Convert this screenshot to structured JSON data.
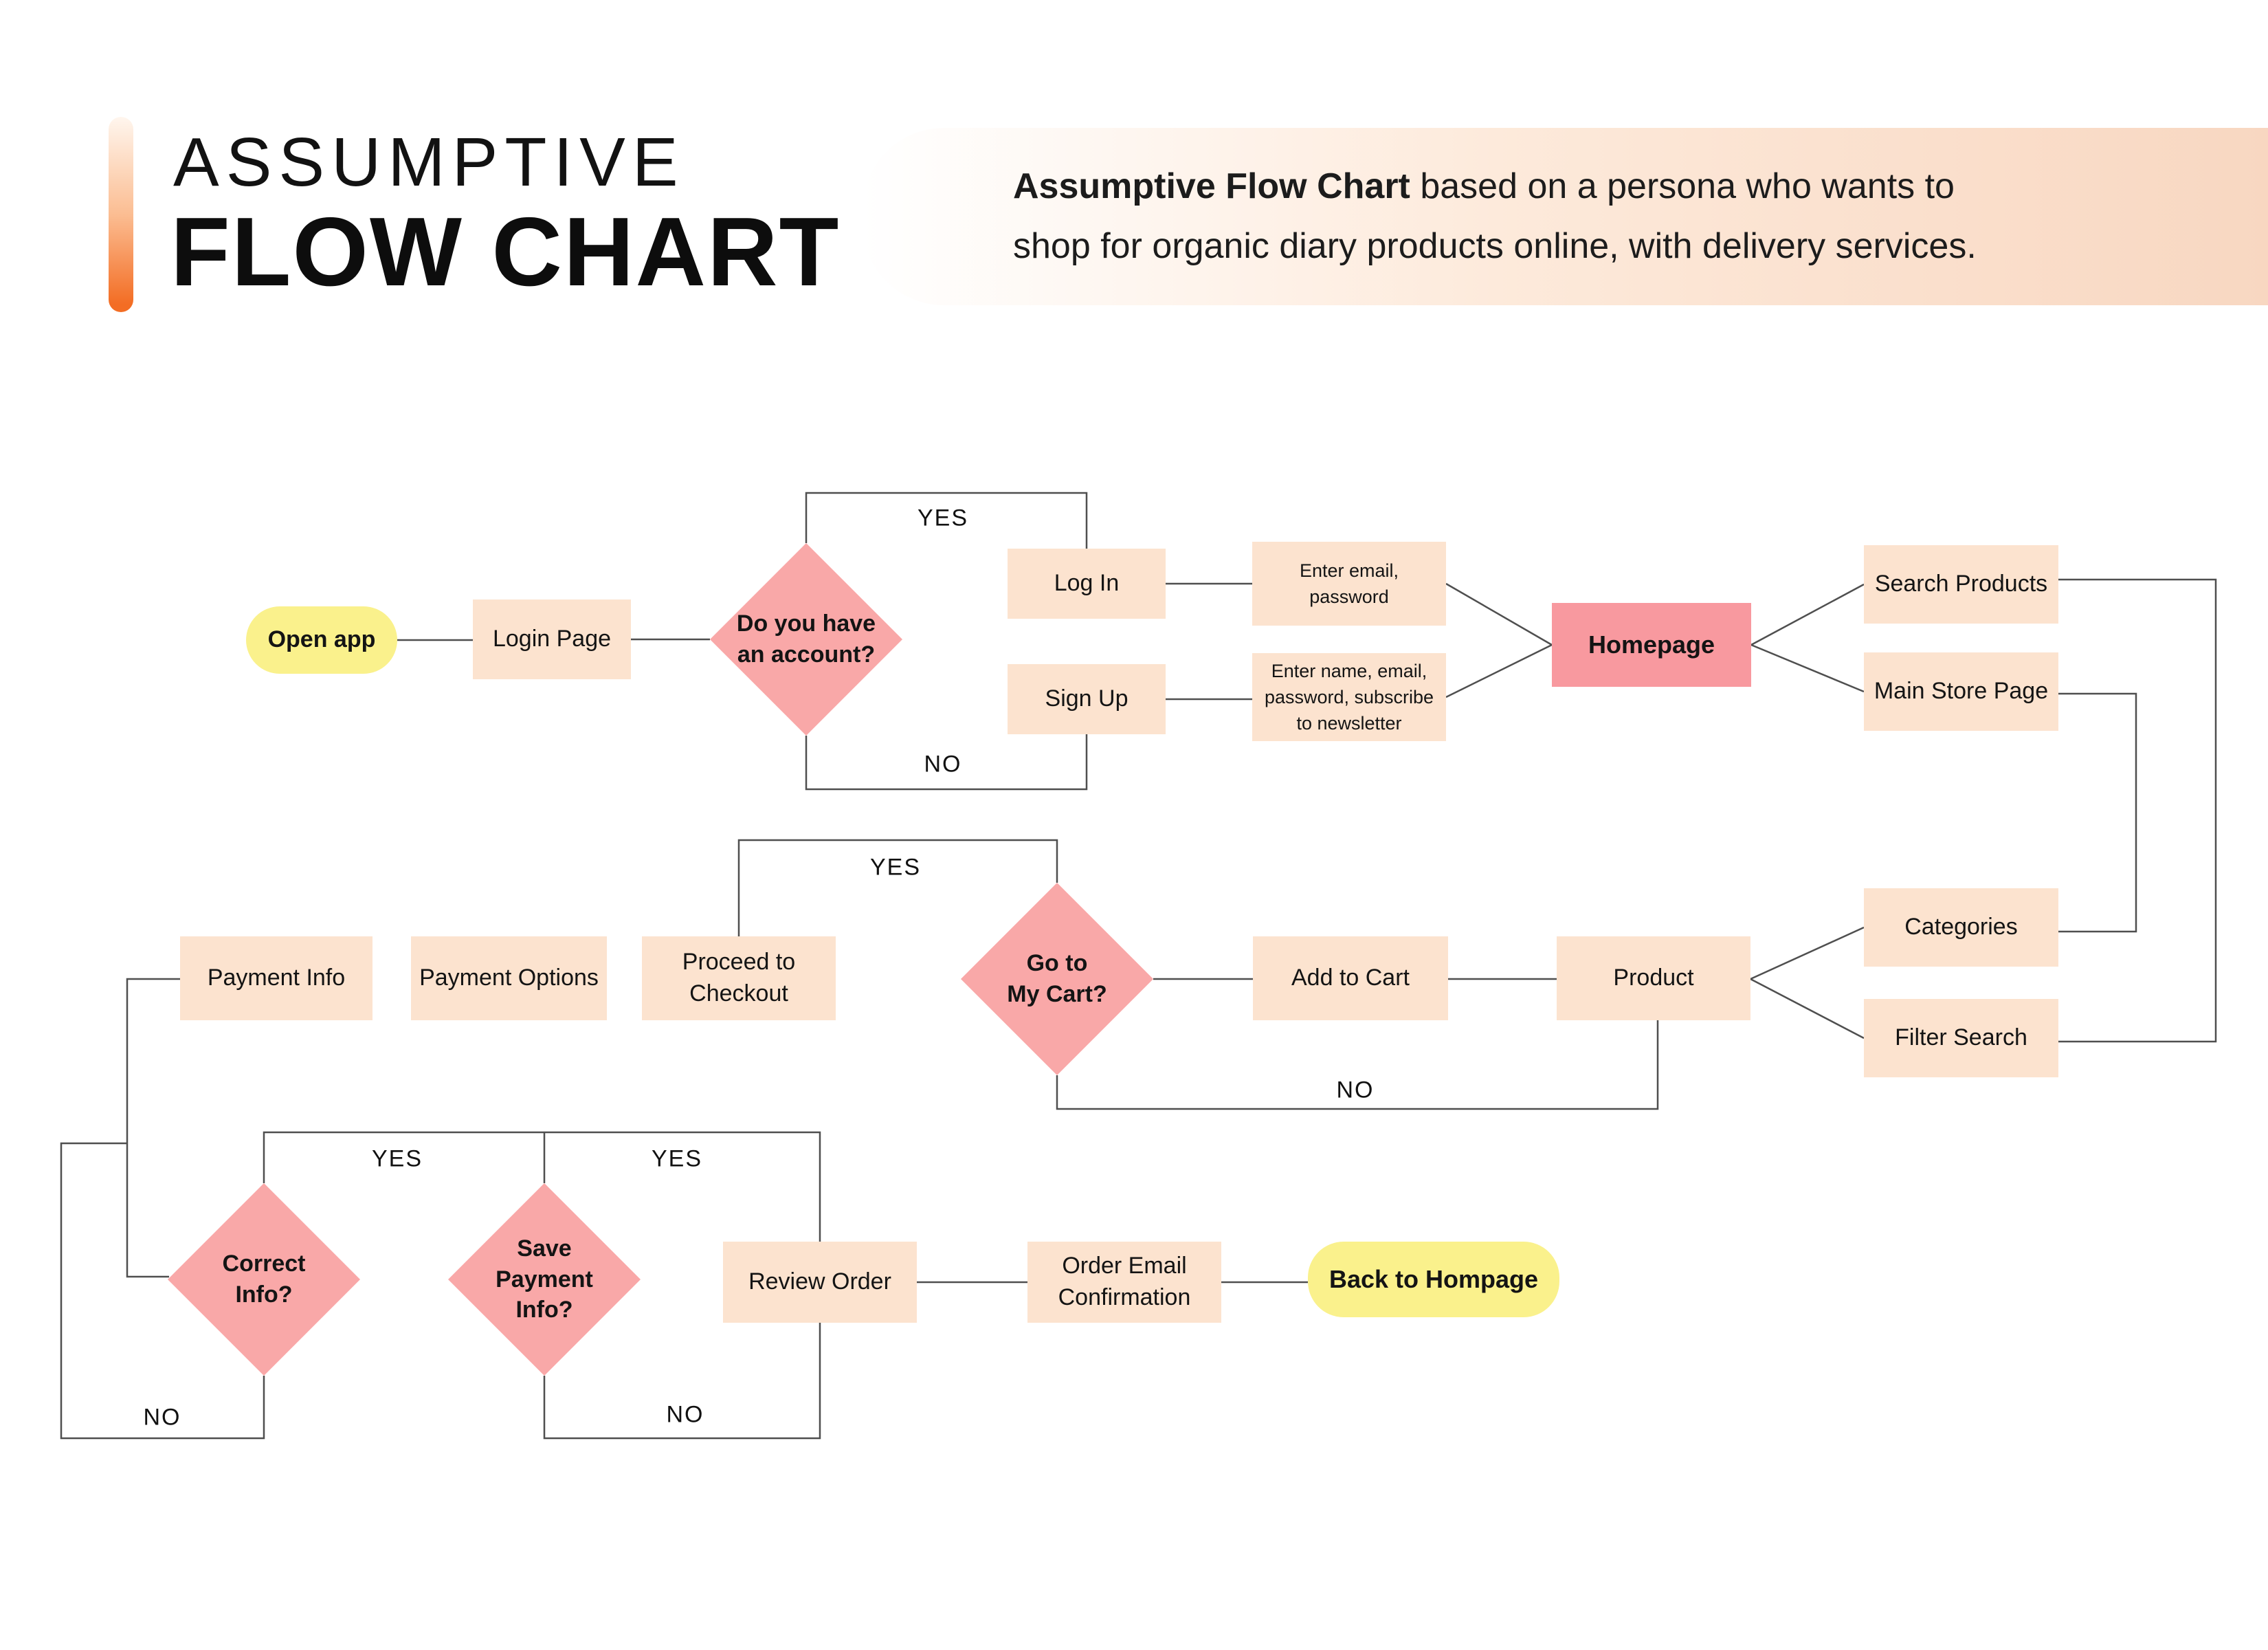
{
  "header": {
    "title_line1": "ASSUMPTIVE",
    "title_line2": "FLOW CHART",
    "description_bold": "Assumptive Flow Chart",
    "description_rest": " based on a persona who wants to\nshop for organic diary products online, with delivery services."
  },
  "labels": {
    "yes": "YES",
    "no": "NO"
  },
  "nodes": {
    "open_app": "Open app",
    "login_page": "Login Page",
    "q_account": "Do you have\nan account?",
    "log_in": "Log In",
    "sign_up": "Sign Up",
    "enter_email": "Enter email,\npassword",
    "enter_name": "Enter name, email,\npassword, subscribe\nto newsletter",
    "homepage": "Homepage",
    "search_products": "Search Products",
    "main_store_page": "Main Store Page",
    "payment_info": "Payment Info",
    "payment_options": "Payment Options",
    "proceed_checkout": "Proceed to\nCheckout",
    "q_cart": "Go to\nMy Cart?",
    "add_to_cart": "Add to Cart",
    "product": "Product",
    "categories": "Categories",
    "filter_search": "Filter Search",
    "q_correct": "Correct\nInfo?",
    "q_save": "Save\nPayment\nInfo?",
    "review_order": "Review Order",
    "order_email": "Order Email\nConfirmation",
    "back_home": "Back to Hompage"
  },
  "colors": {
    "peach": "#fce3cf",
    "pink-diamond": "#f9a8a8",
    "pink-strong": "#f8999f",
    "yellow": "#faf18c",
    "line": "#4f4f4f",
    "ink": "#141414",
    "desc-start": "#ffffff",
    "desc-end": "#f8d7c1",
    "bar-top": "#fff6ee",
    "bar-mid": "#fbbd92",
    "bar-bottom": "#f36d24"
  }
}
